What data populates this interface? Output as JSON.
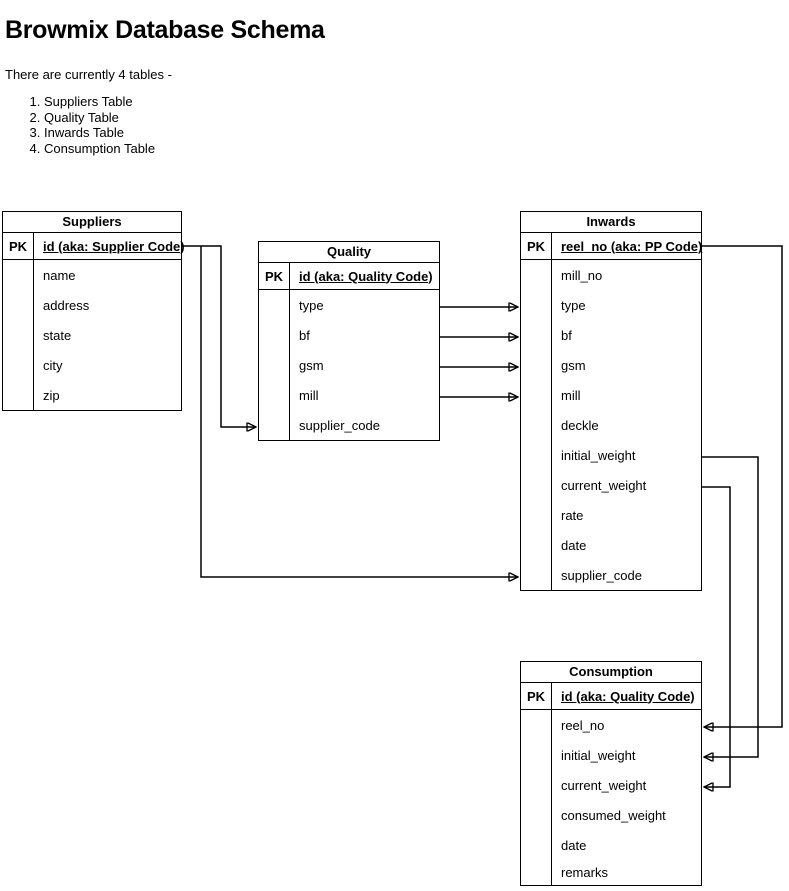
{
  "page": {
    "title": "Browmix Database Schema",
    "intro": "There are currently 4 tables -",
    "table_list": [
      "Suppliers Table",
      "Quality Table",
      "Inwards Table",
      "Consumption Table"
    ]
  },
  "tables": {
    "suppliers": {
      "title": "Suppliers",
      "pk_label": "PK",
      "pk_field": "id (aka: Supplier Code)",
      "fields": [
        "name",
        "address",
        "state",
        "city",
        "zip"
      ]
    },
    "quality": {
      "title": "Quality",
      "pk_label": "PK",
      "pk_field": "id (aka: Quality Code)",
      "fields": [
        "type",
        "bf",
        "gsm",
        "mill",
        "supplier_code"
      ]
    },
    "inwards": {
      "title": "Inwards",
      "pk_label": "PK",
      "pk_field": "reel_no (aka: PP Code)",
      "fields": [
        "mill_no",
        "type",
        "bf",
        "gsm",
        "mill",
        "deckle",
        "initial_weight",
        "current_weight",
        "rate",
        "date",
        "supplier_code"
      ]
    },
    "consumption": {
      "title": "Consumption",
      "pk_label": "PK",
      "pk_field": "id (aka: Quality Code)",
      "fields": [
        "reel_no",
        "initial_weight",
        "current_weight",
        "consumed_weight",
        "date",
        "remarks"
      ]
    }
  },
  "relationships": [
    {
      "from": "Suppliers.id",
      "to": "Quality.supplier_code"
    },
    {
      "from": "Suppliers.id",
      "to": "Inwards.supplier_code"
    },
    {
      "from": "Quality.type",
      "to": "Inwards.type"
    },
    {
      "from": "Quality.bf",
      "to": "Inwards.bf"
    },
    {
      "from": "Quality.gsm",
      "to": "Inwards.gsm"
    },
    {
      "from": "Quality.mill",
      "to": "Inwards.mill"
    },
    {
      "from": "Inwards.reel_no",
      "to": "Consumption.reel_no"
    },
    {
      "from": "Inwards.initial_weight",
      "to": "Consumption.initial_weight"
    },
    {
      "from": "Inwards.current_weight",
      "to": "Consumption.current_weight"
    }
  ],
  "colors": {
    "background": "#ffffff",
    "stroke": "#000000",
    "text": "#000000"
  }
}
